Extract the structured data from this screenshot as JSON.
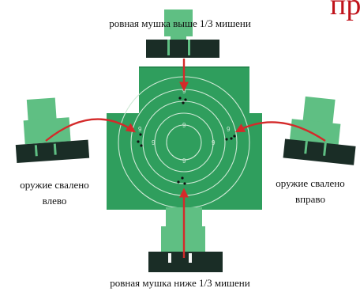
{
  "captions": {
    "top": "ровная мушка выше 1/3 мишени",
    "bottom": "ровная мушка ниже 1/3 мишени",
    "left_line1": "оружие свалено",
    "left_line2": "влево",
    "right_line1": "оружие свалено",
    "right_line2": "вправо"
  },
  "corner_glyph": "пр",
  "ring_numbers": [
    "9",
    "9",
    "9",
    "9",
    "9",
    "9",
    "9",
    "9"
  ],
  "colors": {
    "target_green": "#2f9e5d",
    "sight_dark": "#1a2d26",
    "sight_light": "#5fbf83",
    "arrow_red": "#d42a2a",
    "ring_line": "#cfe9d6",
    "caption_text": "#111111",
    "corner_glyph": "#c0131b"
  }
}
